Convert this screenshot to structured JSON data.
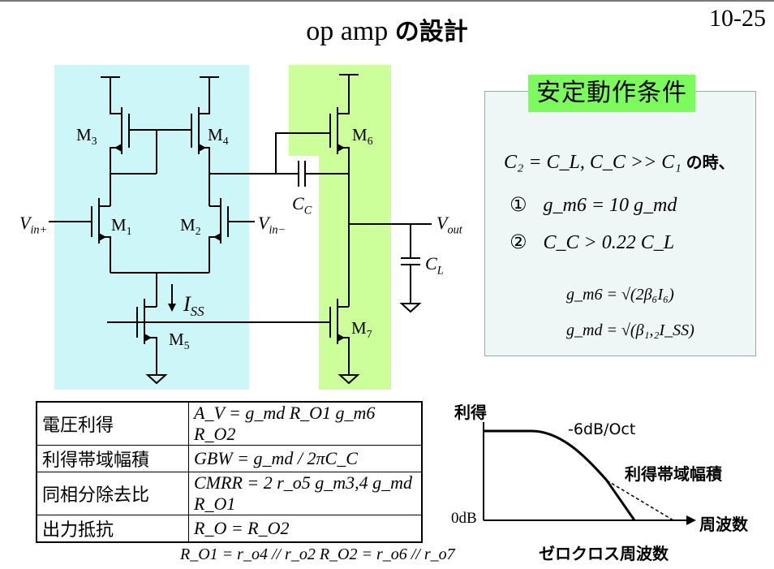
{
  "page": {
    "title_prefix": "op amp",
    "title_suffix": "の設計",
    "number": "10-25"
  },
  "circuit": {
    "transistors": {
      "m1": "M",
      "m1_sub": "1",
      "m2": "M",
      "m2_sub": "2",
      "m3": "M",
      "m3_sub": "3",
      "m4": "M",
      "m4_sub": "4",
      "m5": "M",
      "m5_sub": "5",
      "m6": "M",
      "m6_sub": "6",
      "m7": "M",
      "m7_sub": "7"
    },
    "vin_plus": "V",
    "vin_plus_sub": "in+",
    "vin_minus": "V",
    "vin_minus_sub": "in−",
    "iss": "I",
    "iss_sub": "SS",
    "cc": "C",
    "cc_sub": "C",
    "cl": "C",
    "cl_sub": "L",
    "vout": "V",
    "vout_sub": "out",
    "colors": {
      "diff_stage_bg": "#ccf6f8",
      "out_stage_bg": "#ccff99"
    }
  },
  "conditions": {
    "title": "安定動作条件",
    "condition_text": "C₂ = C_L,  C_C >> C₁",
    "condition_suffix": "の時、",
    "item1_marker": "①",
    "item1": "g_m6 = 10 g_md",
    "item2_marker": "②",
    "item2": "C_C > 0.22 C_L",
    "gm6_def": "g_m6 = √(2β₆I₆)",
    "gmd_def": "g_md = √(β₁,₂I_SS)",
    "colors": {
      "title_bg": "#7cfc5c",
      "box_bg": "#eef6f6"
    }
  },
  "spec_table": {
    "rows": [
      {
        "label": "電圧利得",
        "formula": "A_V = g_md R_O1 g_m6 R_O2"
      },
      {
        "label": "利得帯域幅積",
        "formula": "GBW = g_md / 2πC_C"
      },
      {
        "label": "同相分除去比",
        "formula": "CMRR = 2 r_o5 g_m3,4 g_md R_O1"
      },
      {
        "label": "出力抵抗",
        "formula": "R_O = R_O2"
      }
    ],
    "footnote": "R_O1 = r_o4 // r_o2    R_O2 = r_o6 // r_o7"
  },
  "bode": {
    "ylabel": "利得",
    "xlabel": "周波数",
    "zero_label": "0dB",
    "slope_label": "-6dB/Oct",
    "gbw_label": "利得帯域幅積",
    "crossover_label": "ゼロクロス周波数"
  }
}
